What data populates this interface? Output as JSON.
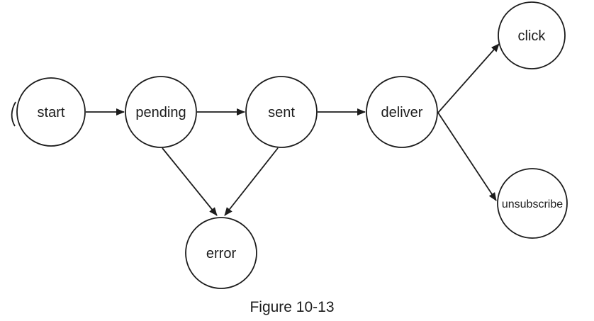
{
  "figure_caption": "Figure 10-13",
  "nodes": {
    "start": {
      "label": "start"
    },
    "pending": {
      "label": "pending"
    },
    "sent": {
      "label": "sent"
    },
    "deliver": {
      "label": "deliver"
    },
    "click": {
      "label": "click"
    },
    "unsubscribe": {
      "label": "unsubscribe"
    },
    "error": {
      "label": "error"
    }
  },
  "transitions": [
    {
      "from": "start",
      "to": "pending"
    },
    {
      "from": "pending",
      "to": "sent"
    },
    {
      "from": "sent",
      "to": "deliver"
    },
    {
      "from": "deliver",
      "to": "click"
    },
    {
      "from": "deliver",
      "to": "unsubscribe"
    },
    {
      "from": "pending",
      "to": "error"
    },
    {
      "from": "sent",
      "to": "error"
    }
  ],
  "colors": {
    "line": "#1c1c1c",
    "text": "#1c1c1c",
    "error": "#e81109",
    "background": "#ffffff"
  }
}
